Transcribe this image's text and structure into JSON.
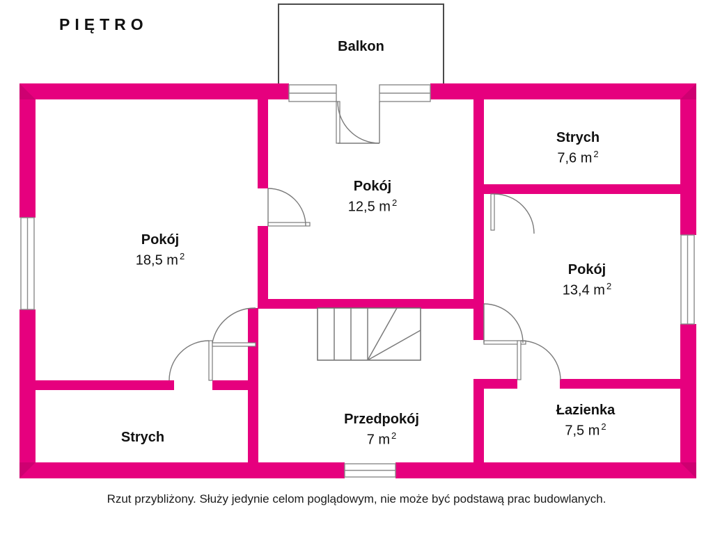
{
  "title": "PIĘTRO",
  "caption": "Rzut przybliżony. Służy jedynie celom poglądowym, nie może być podstawą prac budowlanych.",
  "colors": {
    "wall": "#E6007E",
    "wall_shade": "#D0006F",
    "line": "#6d6d6d",
    "text": "#111111",
    "background": "#FFFFFF"
  },
  "balcony": {
    "label": "Balkon"
  },
  "rooms": [
    {
      "name": "Pokój",
      "area": "18,5 m",
      "sup": "2",
      "has_area": true
    },
    {
      "name": "Pokój",
      "area": "12,5 m",
      "sup": "2",
      "has_area": true
    },
    {
      "name": "Strych",
      "area": "7,6 m",
      "sup": "2",
      "has_area": true
    },
    {
      "name": "Pokój",
      "area": "13,4 m",
      "sup": "2",
      "has_area": true
    },
    {
      "name": "Strych",
      "area": "",
      "sup": "",
      "has_area": false
    },
    {
      "name": "Przedpokój",
      "area": "7 m",
      "sup": "2",
      "has_area": true
    },
    {
      "name": "Łazienka",
      "area": "7,5 m",
      "sup": "2",
      "has_area": true
    }
  ]
}
